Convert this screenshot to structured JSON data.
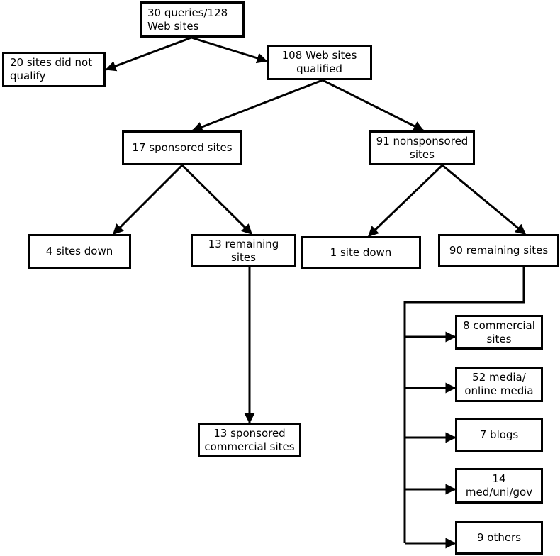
{
  "nodes": {
    "root": "30 queries/128\nWeb sites",
    "not_qualified": "20 sites did not\nqualify",
    "qualified": "108 Web sites\nqualified",
    "sponsored": "17 sponsored sites",
    "nonsponsored": "91 nonsponsored\nsites",
    "spons_down": "4 sites down",
    "spons_remaining": "13 remaining\nsites",
    "nonspons_down": "1 site down",
    "nonspons_remaining": "90 remaining sites",
    "spons_commercial": "13 sponsored\ncommercial sites",
    "commercial": "8 commercial\nsites",
    "media": "52 media/\nonline media",
    "blogs": "7 blogs",
    "med_uni_gov": "14\nmed/uni/gov",
    "others": "9 others"
  }
}
